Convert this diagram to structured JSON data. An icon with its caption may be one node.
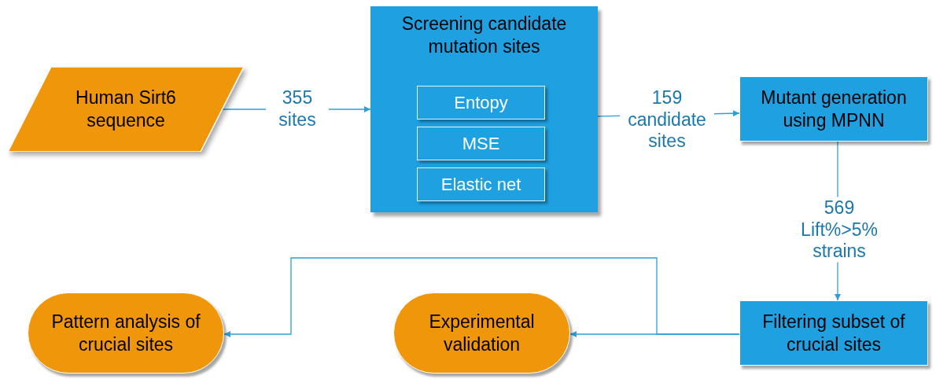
{
  "diagram": {
    "nodes": [
      {
        "text": [
          "Human Sirt6 sequence"
        ]
      },
      {
        "text": [
          "Screening candidate mutation sites"
        ]
      },
      {
        "text": [
          "Entopy"
        ],
        "in": 1
      },
      {
        "text": [
          "MSE"
        ],
        "in": 1
      },
      {
        "text": [
          "Elastic net"
        ],
        "in": 1
      },
      {
        "text": [
          "Mutant generation using MPNN"
        ]
      },
      {
        "text": [
          "Filtering subset of crucial sites"
        ]
      },
      {
        "text": [
          "Experimental validation"
        ]
      },
      {
        "text": [
          "Pattern analysis of crucial sites"
        ]
      }
    ],
    "edges": [
      {
        "from": 0,
        "to": 1,
        "arrow": "to",
        "label": "355 sites"
      },
      {
        "from": 1,
        "to": 5,
        "arrow": "to",
        "label": "159 candidate sites"
      },
      {
        "from": 5,
        "to": 6,
        "arrow": "to",
        "label": "569 Lift%>5% strains"
      },
      {
        "from": 6,
        "to": 7,
        "arrow": "to"
      },
      {
        "from": 6,
        "to": 8,
        "arrow": "to"
      }
    ]
  }
}
